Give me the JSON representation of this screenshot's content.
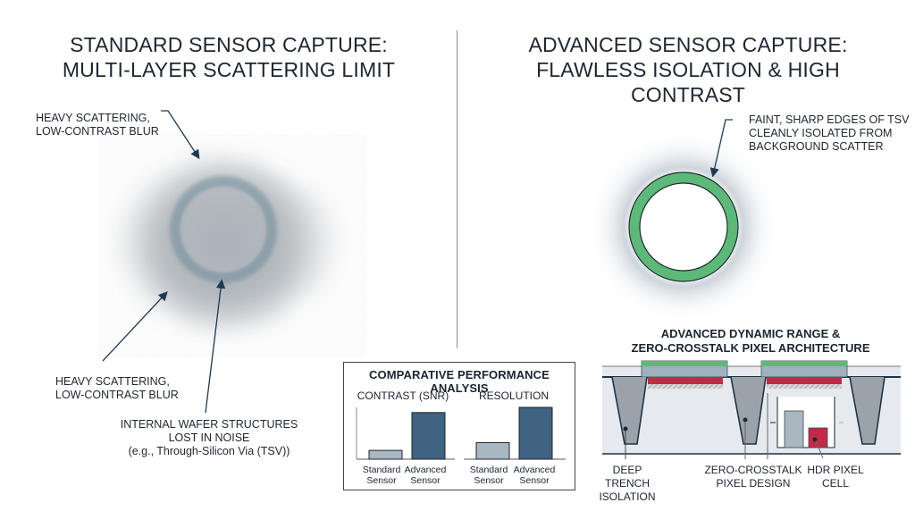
{
  "left": {
    "title": "STANDARD SENSOR CAPTURE:\nMULTI-LAYER SCATTERING LIMIT",
    "annotation_top": "HEAVY SCATTERING,\nLOW-CONTRAST BLUR",
    "annotation_bottom": "HEAVY SCATTERING,\nLOW-CONTRAST BLUR",
    "annotation_structures": "INTERNAL WAFER STRUCTURES\nLOST IN NOISE\n(e.g., Through-Silicon Via (TSV))"
  },
  "right": {
    "title": "ADVANCED SENSOR CAPTURE:\nFLAWLESS ISOLATION & HIGH CONTRAST",
    "annotation_tsv": "FAINT, SHARP EDGES OF TSV\nCLEANLY ISOLATED FROM\nBACKGROUND SCATTER"
  },
  "colors": {
    "ring_green": "#5cb97a",
    "bar_standard": "#a9b7c1",
    "bar_advanced": "#3f6380",
    "pixel_red": "#c42a45",
    "text_dark": "#1e2630"
  },
  "performance": {
    "title": "COMPARATIVE PERFORMANCE ANALYSIS"
  },
  "chart_data": [
    {
      "type": "bar",
      "title": "CONTRAST (SNR)",
      "categories": [
        "Standard\nSensor",
        "Advanced\nSensor"
      ],
      "values": [
        0.17,
        0.9
      ],
      "ylim": [
        0,
        1
      ],
      "xlabel": "",
      "ylabel": "",
      "grid": false
    },
    {
      "type": "bar",
      "title": "RESOLUTION",
      "categories": [
        "Standard\nSensor",
        "Advanced\nSensor"
      ],
      "values": [
        0.32,
        1.0
      ],
      "ylim": [
        0,
        1
      ],
      "xlabel": "",
      "ylabel": "",
      "grid": false
    }
  ],
  "architecture": {
    "title": "ADVANCED DYNAMIC RANGE &\nZERO-CROSSTALK PIXEL ARCHITECTURE",
    "labels": {
      "trench": "DEEP TRENCH\nISOLATION",
      "crosstalk": "ZERO-CROSSTALK\nPIXEL DESIGN",
      "hdr": "HDR PIXEL\nCELL"
    }
  }
}
